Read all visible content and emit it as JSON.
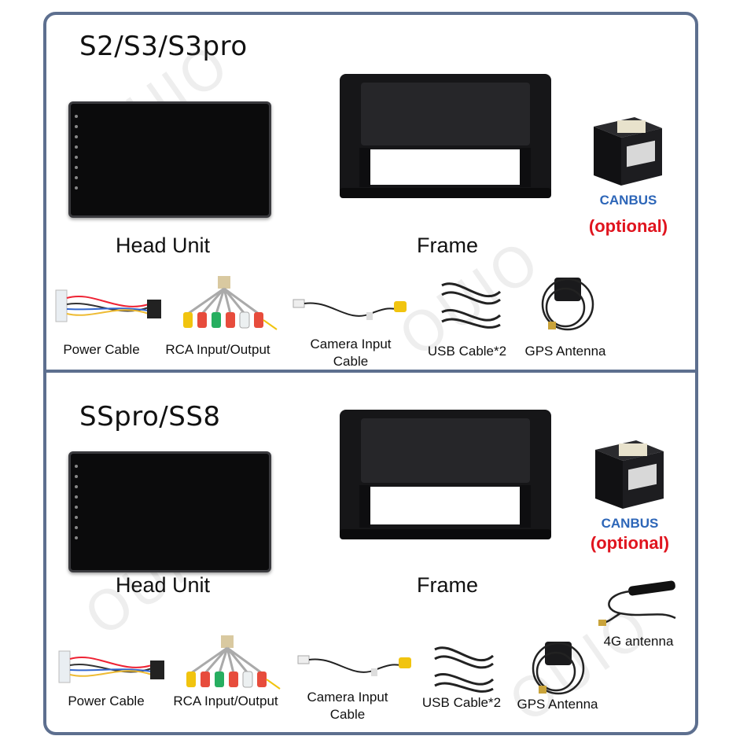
{
  "watermark": "OUIO",
  "sections": [
    {
      "title": "S2/S3/S3pro",
      "head_unit_label": "Head Unit",
      "frame_label": "Frame",
      "canbus_label": "CANBUS",
      "optional_label": "(optional)",
      "accessories": [
        "Power Cable",
        "RCA Input/Output",
        "Camera Input Cable",
        "USB Cable*2",
        "GPS Antenna"
      ]
    },
    {
      "title": "SSpro/SS8",
      "head_unit_label": "Head Unit",
      "frame_label": "Frame",
      "canbus_label": "CANBUS",
      "optional_label": "(optional)",
      "antenna_4g_label": "4G antenna",
      "accessories": [
        "Power Cable",
        "RCA Input/Output",
        "Camera Input Cable",
        "USB Cable*2",
        "GPS Antenna"
      ]
    }
  ],
  "colors": {
    "border": "#5d6f8f",
    "canbus": "#2d66b8",
    "optional": "#e0141e"
  }
}
